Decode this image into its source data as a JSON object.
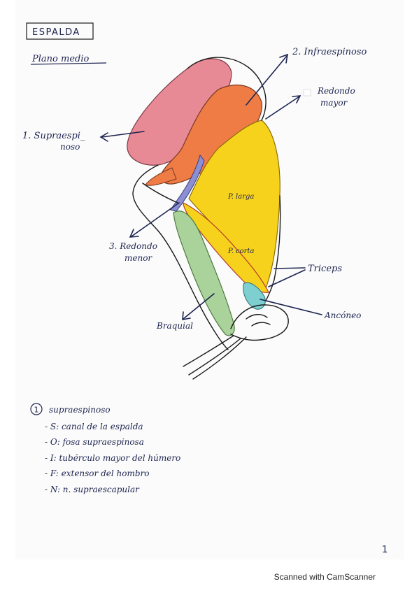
{
  "header": {
    "title": "ESPALDA",
    "subtitle": "Plano medio"
  },
  "labels": {
    "supraespinoso_1": "1. Supraespi_",
    "supraespinoso_2": "noso",
    "infraespinoso": "2. Infraespinoso",
    "redondo_mayor_1": "Redondo",
    "redondo_mayor_2": "mayor",
    "redondo_menor_1": "3. Redondo",
    "redondo_menor_2": "menor",
    "p_larga": "P. larga",
    "p_corta": "P. corta",
    "triceps": "Triceps",
    "anconeo": "Ancóneo",
    "braquial": "Braquial"
  },
  "notes": {
    "number": "1",
    "heading": "supraespinoso",
    "items": [
      "- S: canal de la espalda",
      "- O: fosa supraespinosa",
      "- I: tubérculo mayor del húmero",
      "- F: extensor del hombro",
      "- N: n. supraescapular"
    ]
  },
  "page_number": "1",
  "footer": "Scanned with CamScanner",
  "colors": {
    "supraespinoso": "#e88a96",
    "infraespinoso": "#ef7b45",
    "triceps": "#f7d21c",
    "braquial": "#a9d39a",
    "anconeo": "#7dcfd0",
    "redondo_menor": "#8c8fd4",
    "ink": "#1d2450"
  }
}
